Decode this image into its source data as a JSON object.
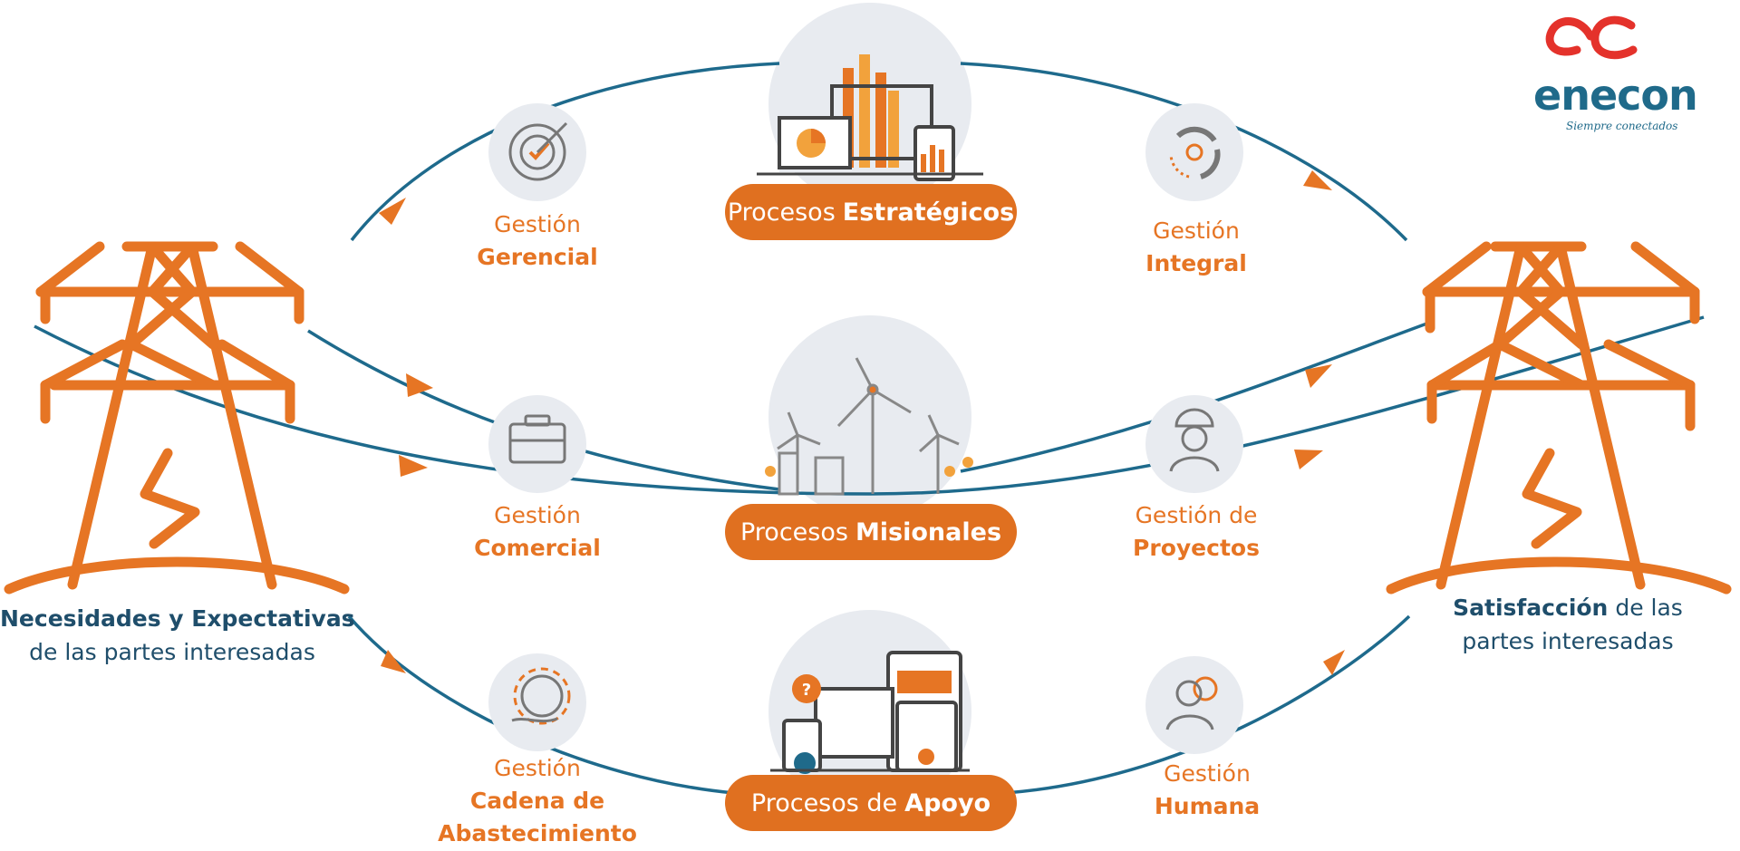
{
  "brand": {
    "name": "enecon",
    "tagline": "Siempre conectados",
    "colors": {
      "orange": "#E67524",
      "blue": "#1F4E6B",
      "red": "#E4322B",
      "logo_blue": "#1F6A8A"
    }
  },
  "left_side": {
    "title_bold": "Necesidades y Expectativas",
    "subtitle": "de las partes interesadas"
  },
  "right_side": {
    "title_bold": "Satisfacción",
    "title_rest": "de las",
    "subtitle": "partes interesadas"
  },
  "processes": {
    "strategic": {
      "prefix": "Procesos",
      "bold": "Estratégicos"
    },
    "missional": {
      "prefix": "Procesos",
      "bold": "Misionales"
    },
    "support": {
      "prefix": "Procesos de",
      "bold": "Apoyo"
    }
  },
  "management": {
    "gerencial": {
      "line1": "Gestión",
      "line2": "Gerencial"
    },
    "integral": {
      "line1": "Gestión",
      "line2": "Integral"
    },
    "comercial": {
      "line1": "Gestión",
      "line2": "Comercial"
    },
    "proyectos": {
      "line1": "Gestión de",
      "line2": "Proyectos"
    },
    "cadena": {
      "line1": "Gestión",
      "line2": "Cadena de",
      "line3": "Abastecimiento"
    },
    "humana": {
      "line1": "Gestión",
      "line2": "Humana"
    }
  },
  "icons": [
    "target-icon",
    "cycle-icon",
    "briefcase-icon",
    "worker-icon",
    "globe-hand-icon",
    "people-icon",
    "analytics-devices-icon",
    "wind-turbines-icon",
    "support-devices-icon",
    "transmission-tower-icon",
    "enecon-logo"
  ]
}
